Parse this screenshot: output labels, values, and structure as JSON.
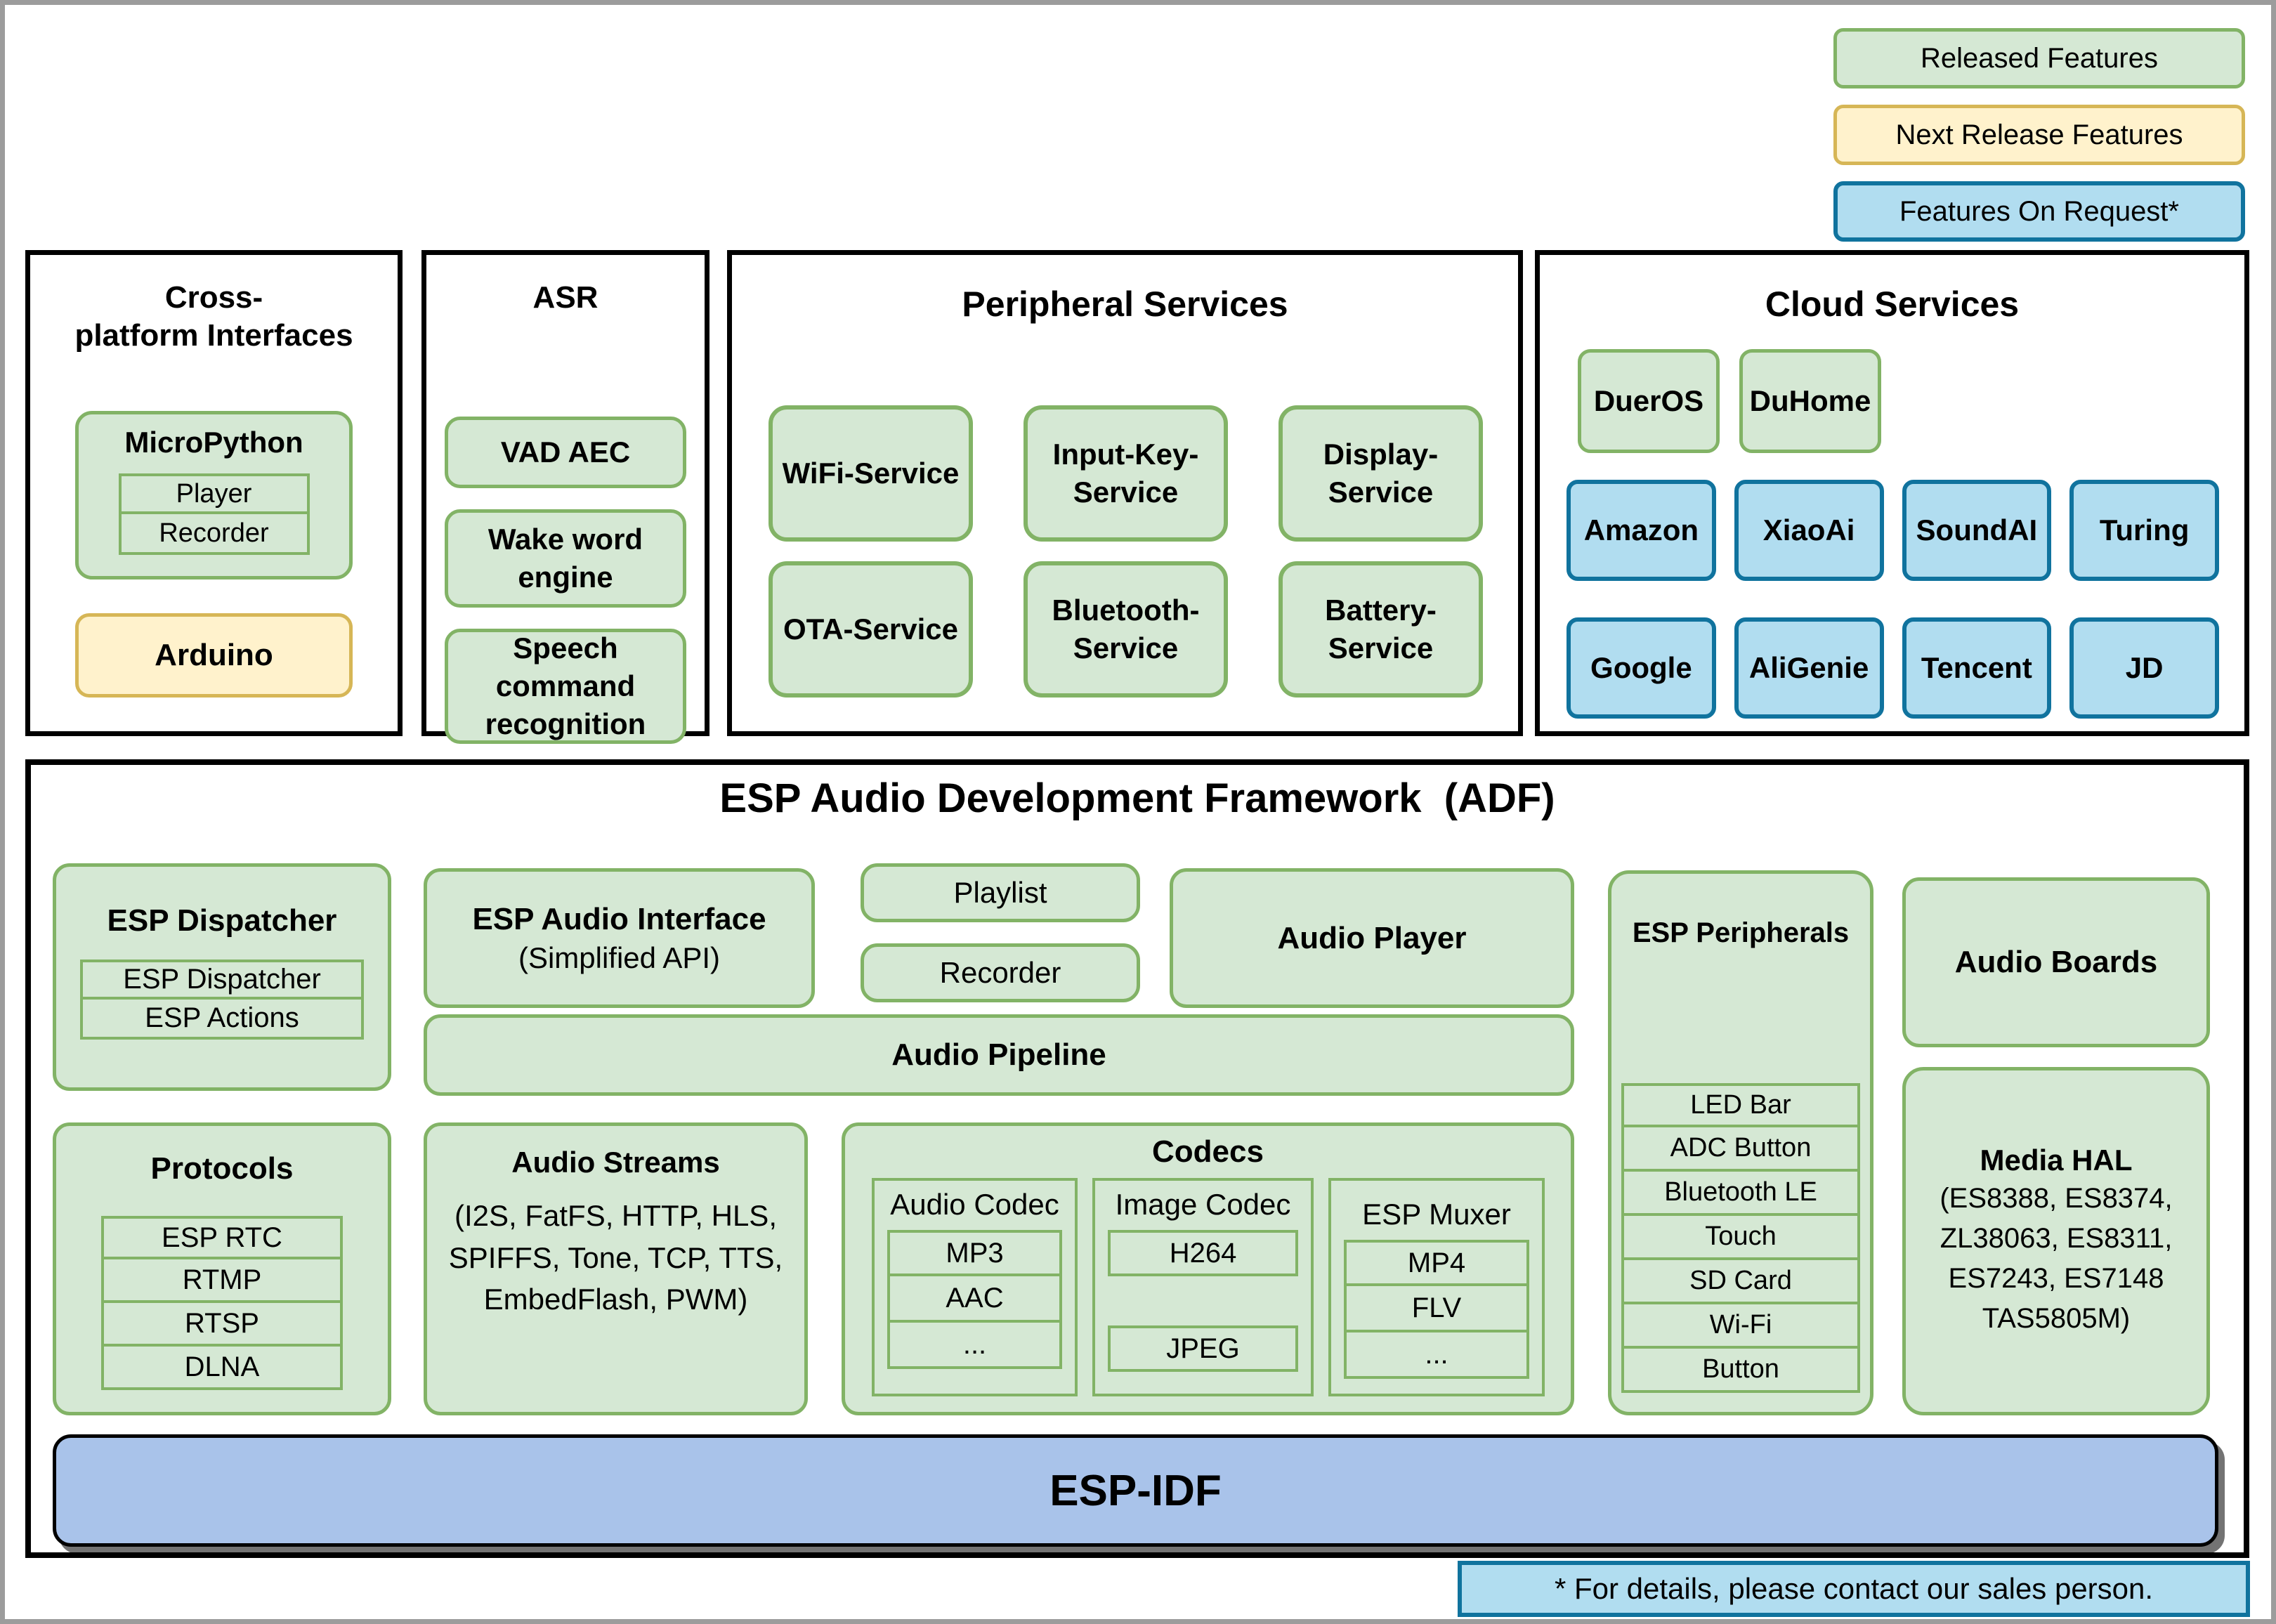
{
  "colors": {
    "green_fill": "#d5e8d4",
    "green_border": "#82b366",
    "yellow_fill": "#fff2cc",
    "yellow_border": "#d6b656",
    "blue_fill": "#b1ddf0",
    "blue_border": "#10739e",
    "esp_idf_fill": "#a9c3ea",
    "outer_frame": "#9c9c9c"
  },
  "legend": {
    "released": "Released Features",
    "next": "Next Release Features",
    "on_request": "Features On Request*"
  },
  "cross_platform": {
    "title_line1": "Cross-",
    "title_line2": "platform Interfaces",
    "micropython": {
      "title": "MicroPython",
      "items": [
        "Player",
        "Recorder"
      ]
    },
    "arduino": "Arduino"
  },
  "asr": {
    "title": "ASR",
    "items": [
      "VAD AEC",
      "Wake word engine",
      "Speech command recognition"
    ]
  },
  "peripheral_services": {
    "title": "Peripheral Services",
    "items": [
      "WiFi-Service",
      "Input-Key-Service",
      "Display-Service",
      "OTA-Service",
      "Bluetooth-Service",
      "Battery-Service"
    ]
  },
  "cloud_services": {
    "title": "Cloud Services",
    "green_items": [
      "DuerOS",
      "DuHome"
    ],
    "blue_items": [
      "Amazon",
      "XiaoAi",
      "SoundAI",
      "Turing",
      "Google",
      "AliGenie",
      "Tencent",
      "JD"
    ]
  },
  "adf": {
    "title": "ESP Audio Development Framework  (ADF)",
    "esp_dispatcher": {
      "title": "ESP Dispatcher",
      "items": [
        "ESP Dispatcher",
        "ESP Actions"
      ]
    },
    "esp_audio_interface": {
      "title": "ESP Audio Interface",
      "subtitle": "(Simplified API)"
    },
    "playlist": "Playlist",
    "recorder": "Recorder",
    "audio_player": "Audio Player",
    "esp_peripherals": {
      "title": "ESP Peripherals",
      "items": [
        "LED Bar",
        "ADC Button",
        "Bluetooth LE",
        "Touch",
        "SD Card",
        "Wi-Fi",
        "Button"
      ]
    },
    "audio_boards": "Audio Boards",
    "audio_pipeline": "Audio Pipeline",
    "protocols": {
      "title": "Protocols",
      "items": [
        "ESP RTC",
        "RTMP",
        "RTSP",
        "DLNA"
      ]
    },
    "audio_streams": {
      "title": "Audio Streams",
      "body": "(I2S, FatFS, HTTP, HLS, SPIFFS, Tone, TCP, TTS, EmbedFlash, PWM)"
    },
    "codecs": {
      "title": "Codecs",
      "audio_codec": {
        "title": "Audio Codec",
        "items": [
          "MP3",
          "AAC",
          "..."
        ]
      },
      "image_codec": {
        "title": "Image Codec",
        "top": "H264",
        "bottom": "JPEG"
      },
      "esp_muxer": {
        "title": "ESP Muxer",
        "items": [
          "MP4",
          "FLV",
          "..."
        ]
      }
    },
    "media_hal": {
      "title": "Media HAL",
      "body": "(ES8388, ES8374, ZL38063, ES8311, ES7243, ES7148 TAS5805M)"
    },
    "esp_idf": "ESP-IDF"
  },
  "footer_note": "* For details, please contact our sales person."
}
